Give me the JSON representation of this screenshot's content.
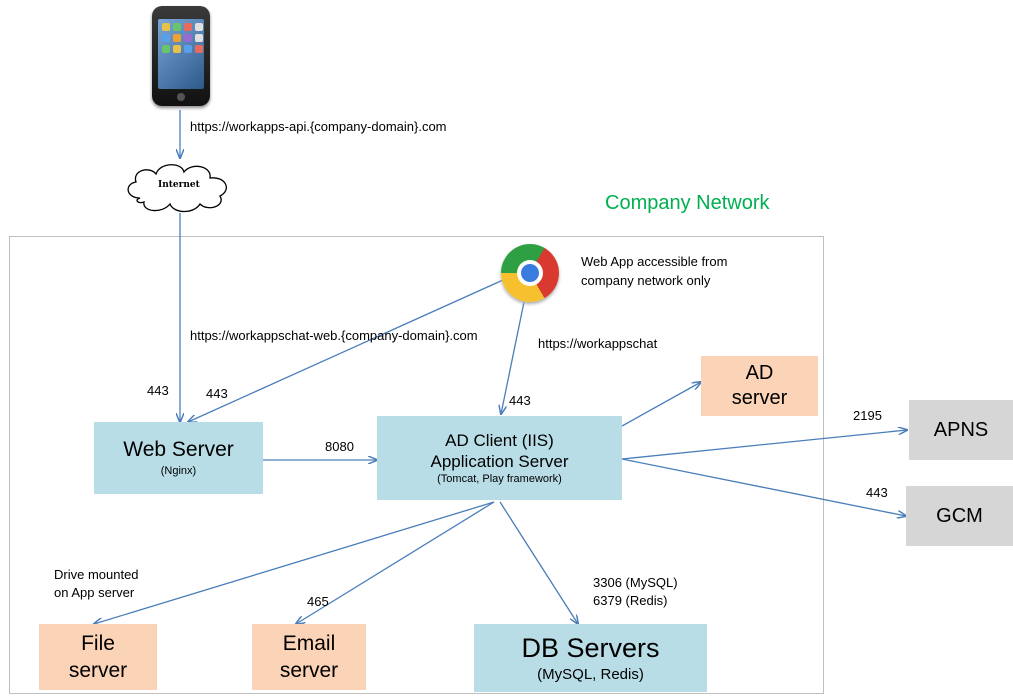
{
  "network": {
    "title": "Company Network",
    "title_color": "#00b050"
  },
  "phone": {
    "icon": "smartphone-icon"
  },
  "internet": {
    "label": "Internet"
  },
  "browser": {
    "icon": "chrome-browser-icon",
    "note_line1": "Web App accessible from",
    "note_line2": "company network only"
  },
  "urls": {
    "api": "https://workapps-api.{company-domain}.com",
    "web": "https://workappschat-web.{company-domain}.com",
    "app": "https://workappschat"
  },
  "ports": {
    "internet_to_web": "443",
    "browser_to_web": "443",
    "browser_to_app": "443",
    "web_to_app": "8080",
    "apns": "2195",
    "gcm": "443",
    "email": "465",
    "db_line1": "3306 (MySQL)",
    "db_line2": "6379 (Redis)"
  },
  "nodes": {
    "web_server": {
      "title": "Web Server",
      "sub": "(Nginx)"
    },
    "app_server": {
      "line1": "AD Client (IIS)",
      "line2": "Application Server",
      "sub": "(Tomcat, Play framework)"
    },
    "ad_server": {
      "line1": "AD",
      "line2": "server"
    },
    "apns": {
      "title": "APNS"
    },
    "gcm": {
      "title": "GCM"
    },
    "file_server": {
      "line1": "File",
      "line2": "server"
    },
    "email_server": {
      "line1": "Email",
      "line2": "server"
    },
    "db_servers": {
      "title": "DB Servers",
      "sub": "(MySQL, Redis)"
    }
  },
  "drive_note": {
    "line1": "Drive mounted",
    "line2": "on App server"
  },
  "colors": {
    "edge": "#4a7ebb",
    "blue_box": "#b8dde6",
    "peach_box": "#fbd3b6",
    "grey_box": "#d6d6d6"
  }
}
